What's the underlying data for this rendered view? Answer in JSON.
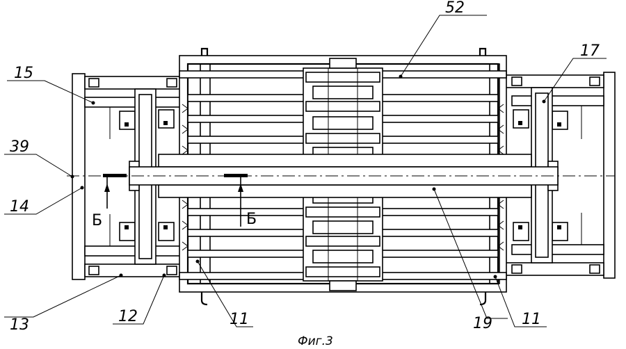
{
  "figure": {
    "caption": "Фиг.3",
    "section_letter": "Б",
    "labels": [
      "52",
      "17",
      "15",
      "39",
      "14",
      "13",
      "12",
      "11",
      "19",
      "11"
    ]
  }
}
